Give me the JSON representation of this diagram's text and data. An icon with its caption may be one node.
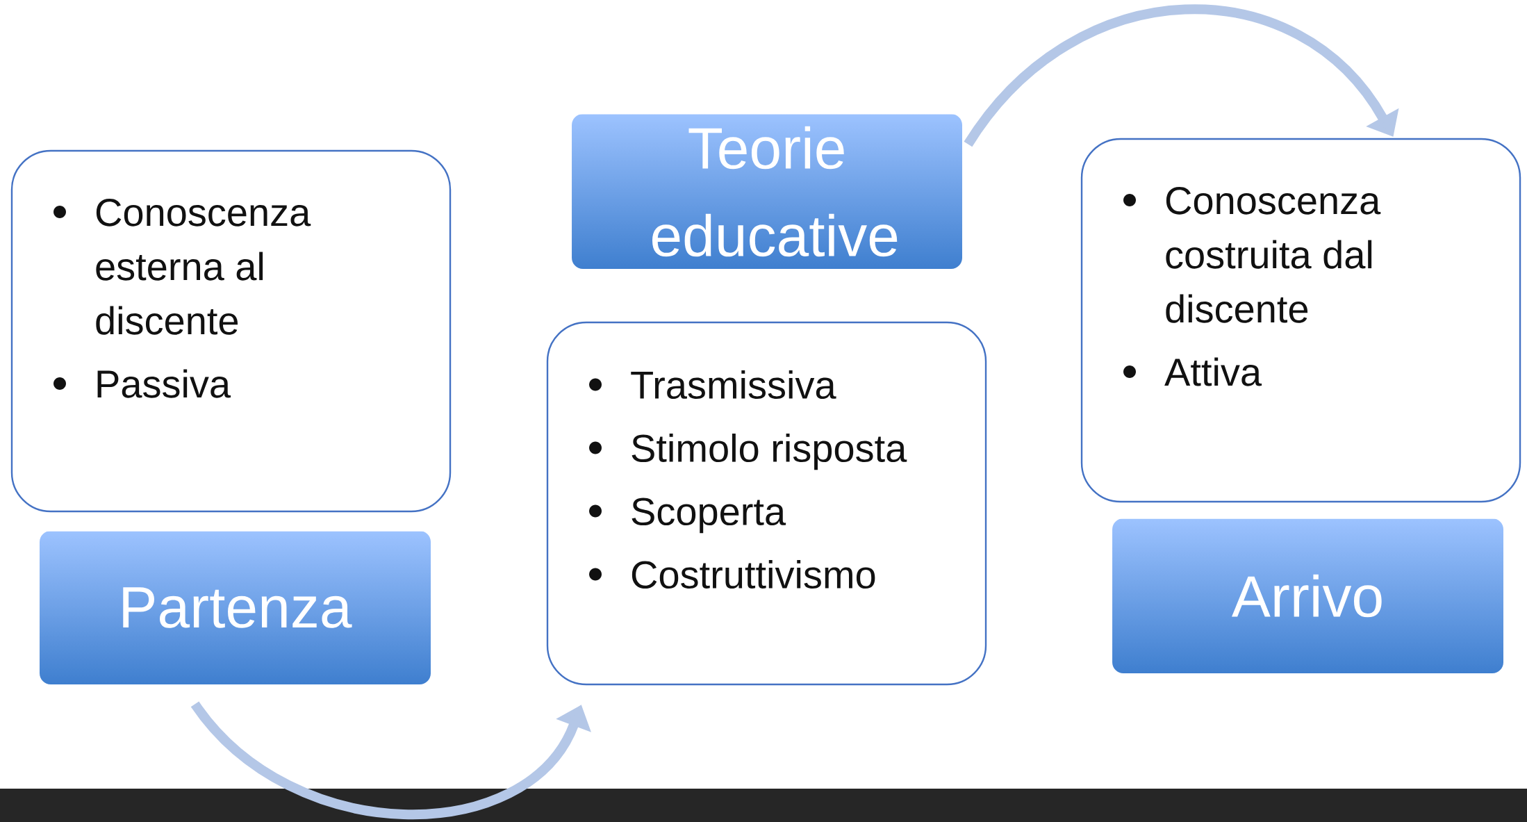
{
  "diagram": {
    "nodes": [
      {
        "text": [
          "Conoscenza esterna al discente",
          "Passiva"
        ]
      },
      {
        "text": [
          "Partenza"
        ]
      },
      {
        "text": [
          "Teorie educative"
        ]
      },
      {
        "text": [
          "Trasmissiva",
          "Stimolo risposta",
          "Scoperta",
          "Costruttivismo"
        ]
      },
      {
        "text": [
          "Conoscenza costruita dal discente",
          "Attiva"
        ]
      },
      {
        "text": [
          "Arrivo"
        ]
      }
    ],
    "edges": [
      {
        "from": 1,
        "to": 3,
        "arrow": "to"
      },
      {
        "from": 2,
        "to": 4,
        "arrow": "to"
      }
    ]
  }
}
